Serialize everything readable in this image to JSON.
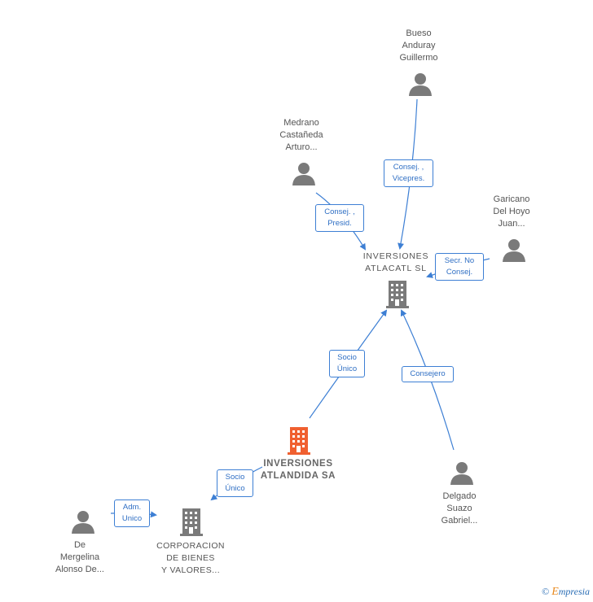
{
  "nodes": {
    "bueso": {
      "lines": [
        "Bueso",
        "Anduray",
        "Guillermo"
      ]
    },
    "medrano": {
      "lines": [
        "Medrano",
        "Castañeda",
        "Arturo..."
      ]
    },
    "garicano": {
      "lines": [
        "Garicano",
        "Del Hoyo",
        "Juan..."
      ]
    },
    "atlacatl": {
      "lines": [
        "INVERSIONES",
        "ATLACATL  SL"
      ]
    },
    "atlandida": {
      "lines": [
        "INVERSIONES",
        "ATLANDIDA SA"
      ]
    },
    "delgado": {
      "lines": [
        "Delgado",
        "Suazo",
        "Gabriel..."
      ]
    },
    "mergelina": {
      "lines": [
        "De",
        "Mergelina",
        "Alonso De..."
      ]
    },
    "corporacion": {
      "lines": [
        "CORPORACION",
        "DE BIENES",
        "Y VALORES..."
      ]
    }
  },
  "edges": {
    "bueso_atlacatl": {
      "lines": [
        "Consej. ,",
        "Vicepres."
      ]
    },
    "medrano_atlacatl": {
      "lines": [
        "Consej. ,",
        "Presid."
      ]
    },
    "garicano_atlacatl": {
      "lines": [
        "Secr.  No",
        "Consej."
      ]
    },
    "atlandida_atlacatl": {
      "lines": [
        "Socio",
        "Único"
      ]
    },
    "delgado_atlacatl": {
      "lines": [
        "Consejero"
      ]
    },
    "atlandida_corporacion": {
      "lines": [
        "Socio",
        "Único"
      ]
    },
    "mergelina_corporacion": {
      "lines": [
        "Adm.",
        "Unico"
      ]
    }
  },
  "colors": {
    "edge": "#3d7fd4",
    "person": "#7a7a7a",
    "building": "#7a7a7a",
    "building_highlight": "#f06030"
  },
  "footer": {
    "symbol": "©",
    "brand_first": "E",
    "brand_rest": "mpresia"
  }
}
